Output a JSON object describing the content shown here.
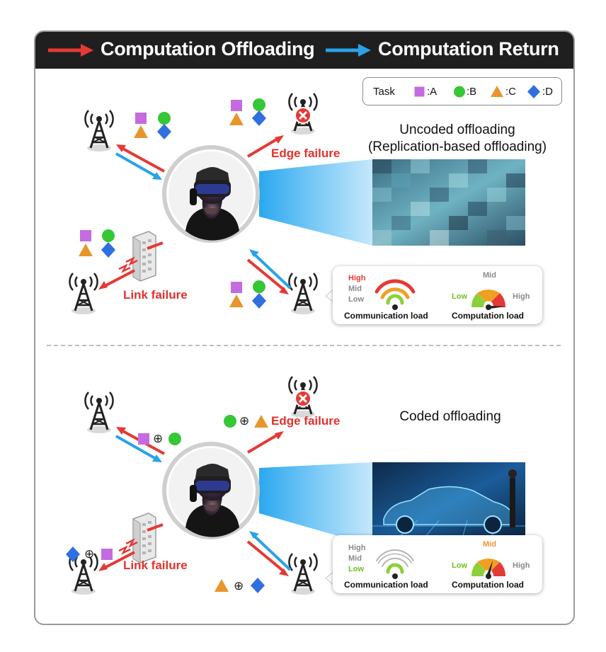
{
  "header": {
    "offloading_label": "Computation Offloading",
    "return_label": "Computation Return"
  },
  "legend": {
    "title": "Task",
    "items": [
      {
        "shape": "square",
        "label": ":A"
      },
      {
        "shape": "circle",
        "label": ":B"
      },
      {
        "shape": "triangle",
        "label": ":C"
      },
      {
        "shape": "diamond",
        "label": ":D"
      }
    ]
  },
  "colors": {
    "offload": "#e53935",
    "return": "#29a3e8",
    "A": "#c56be0",
    "B": "#35c735",
    "C": "#e8952c",
    "D": "#2f6fe0",
    "header": "#1f1f1f"
  },
  "top": {
    "title_line1": "Uncoded offloading",
    "title_line2": "(Replication-based offloading)",
    "edge_failure": "Edge failure",
    "link_failure": "Link failure",
    "comm": {
      "high": "High",
      "mid": "Mid",
      "low": "Low",
      "caption": "Communication load",
      "active": "High"
    },
    "comp": {
      "low": "Low",
      "mid": "Mid",
      "high": "High",
      "caption": "Computation load",
      "active": "High"
    }
  },
  "bottom": {
    "title": "Coded offloading",
    "edge_failure": "Edge failure",
    "link_failure": "Link failure",
    "comm": {
      "high": "High",
      "mid": "Mid",
      "low": "Low",
      "caption": "Communication load",
      "active": "Low"
    },
    "comp": {
      "low": "Low",
      "mid": "Mid",
      "high": "High",
      "caption": "Computation load",
      "active": "Mid"
    },
    "xor_symbol": "⊕"
  }
}
